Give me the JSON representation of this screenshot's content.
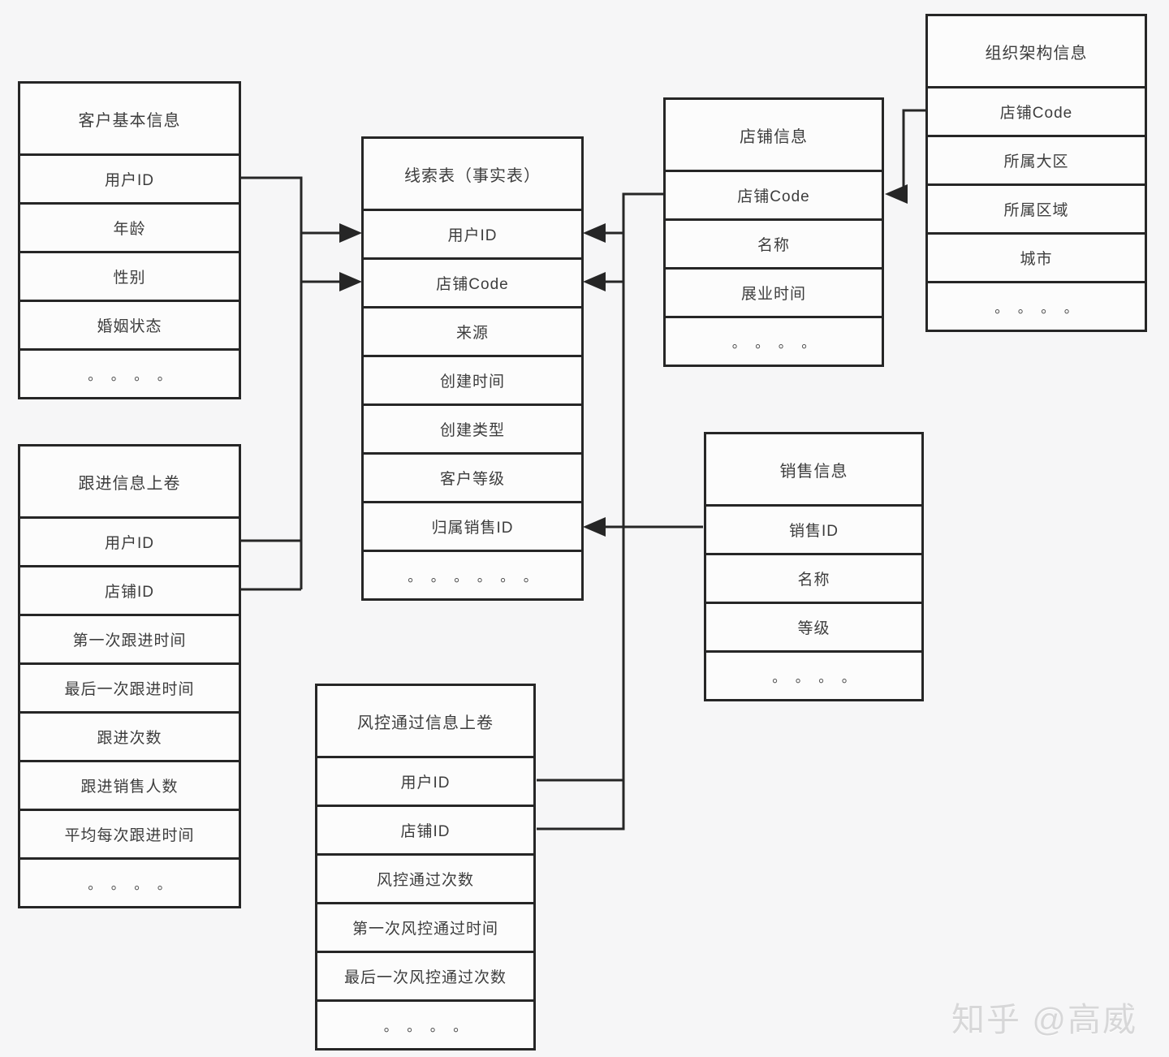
{
  "page": {
    "watermark": "知乎 @高威",
    "background_color": "#f6f6f7",
    "table_fill_color": "#fcfcfc",
    "line_color": "#262626",
    "text_color": "#3d3d3d"
  },
  "tables": {
    "customer": {
      "title": "客户基本信息",
      "rows": [
        "用户ID",
        "年龄",
        "性别",
        "婚姻状态",
        "。。。。"
      ]
    },
    "fact": {
      "title": "线索表（事实表）",
      "rows": [
        "用户ID",
        "店铺Code",
        "来源",
        "创建时间",
        "创建类型",
        "客户等级",
        "归属销售ID",
        "。。。。。。"
      ]
    },
    "shop": {
      "title": "店铺信息",
      "rows": [
        "店铺Code",
        "名称",
        "展业时间",
        "。。。。"
      ]
    },
    "org": {
      "title": "组织架构信息",
      "rows": [
        "店铺Code",
        "所属大区",
        "所属区域",
        "城市",
        "。。。。"
      ]
    },
    "followup": {
      "title": "跟进信息上卷",
      "rows": [
        "用户ID",
        "店铺ID",
        "第一次跟进时间",
        "最后一次跟进时间",
        "跟进次数",
        "跟进销售人数",
        "平均每次跟进时间",
        "。。。。"
      ]
    },
    "sales": {
      "title": "销售信息",
      "rows": [
        "销售ID",
        "名称",
        "等级",
        "。。。。"
      ]
    },
    "risk": {
      "title": "风控通过信息上卷",
      "rows": [
        "用户ID",
        "店铺ID",
        "风控通过次数",
        "第一次风控通过时间",
        "最后一次风控通过次数",
        "。。。。"
      ]
    }
  },
  "connections": [
    {
      "from": "客户基本信息.用户ID / 跟进信息上卷.用户ID / 跟进信息上卷.店铺ID",
      "to": "线索表.用户ID 与 线索表.店铺Code",
      "arrowheads": "指向线索表左侧"
    },
    {
      "from": "店铺信息.店铺Code / 风控通过信息上卷.用户ID / 风控通过信息上卷.店铺ID",
      "to": "线索表.用户ID 与 线索表.店铺Code",
      "arrowheads": "指向线索表右侧"
    },
    {
      "from": "销售信息.销售ID",
      "to": "线索表.归属销售ID",
      "arrowheads": "指向线索表右侧"
    },
    {
      "from": "组织架构信息.店铺Code",
      "to": "店铺信息.店铺Code",
      "arrowheads": "指向店铺信息右侧"
    }
  ]
}
